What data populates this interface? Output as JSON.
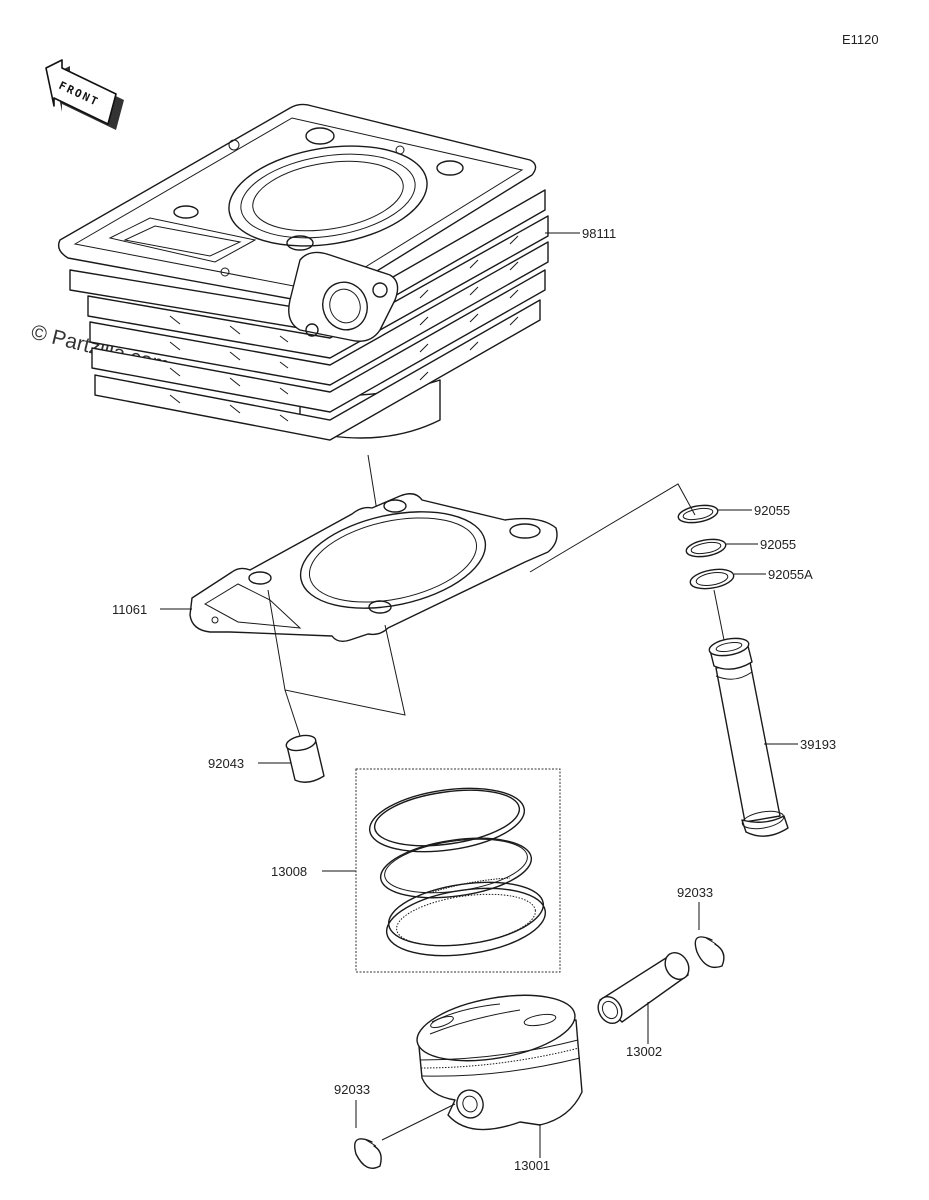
{
  "diagram_code": "E1120",
  "front_label": "FRONT",
  "watermark": "© Partzilla.com",
  "parts": {
    "cylinder": "98111",
    "head_gasket": "11061",
    "dowel_pin": "92043",
    "piston_ring_set": "13008",
    "o_ring_1": "92055",
    "o_ring_2": "92055",
    "o_ring_3": "92055A",
    "pipe": "39193",
    "circlip_right": "92033",
    "circlip_left": "92033",
    "piston_pin": "13002",
    "piston": "13001"
  }
}
